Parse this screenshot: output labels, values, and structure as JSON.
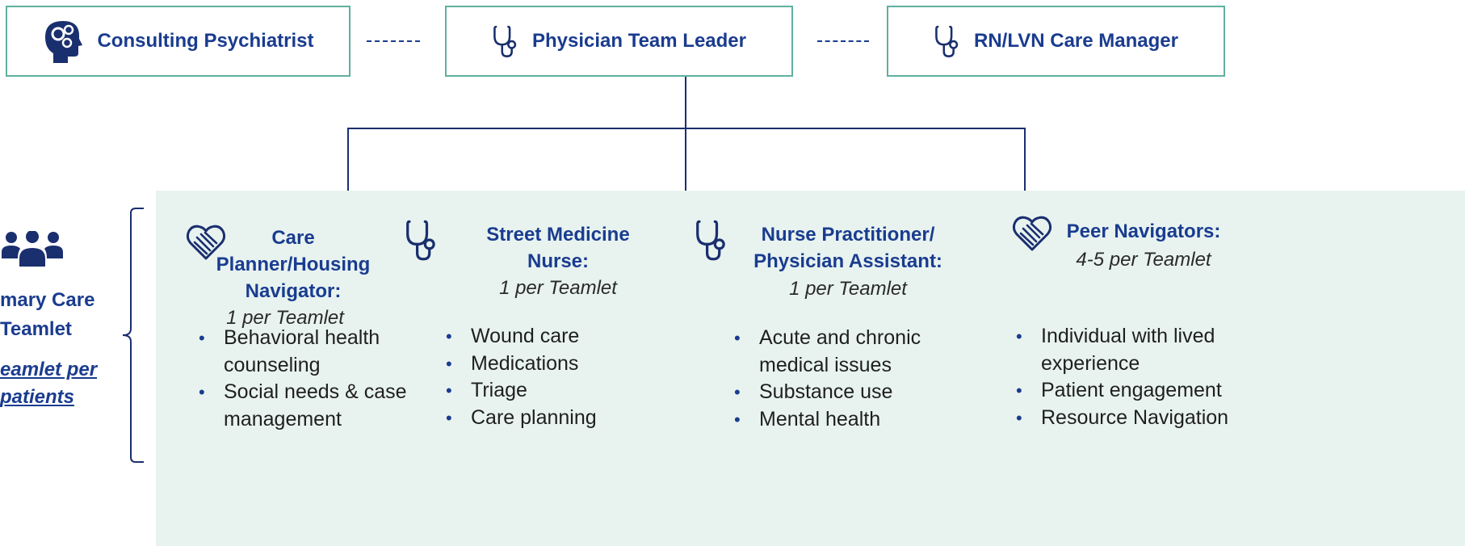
{
  "leadership": {
    "psychiatrist": "Consulting Psychiatrist",
    "physician": "Physician Team Leader",
    "rn": "RN/LVN Care Manager"
  },
  "teamlet": {
    "label_line1": "mary Care",
    "label_line2": "Teamlet",
    "ratio_line1": "eamlet per",
    "ratio_line2": "patients"
  },
  "roles": [
    {
      "title_lines": [
        "Care",
        "Planner/Housing",
        "Navigator:"
      ],
      "ratio": "1 per Teamlet",
      "duties": [
        "Behavioral health counseling",
        "Social needs & case management"
      ]
    },
    {
      "title_lines": [
        "Street Medicine",
        "Nurse:"
      ],
      "ratio": "1 per Teamlet",
      "duties": [
        "Wound care",
        "Medications",
        "Triage",
        "Care planning"
      ]
    },
    {
      "title_lines": [
        "Nurse Practitioner/",
        "Physician Assistant:"
      ],
      "ratio": "1 per Teamlet",
      "duties": [
        "Acute and chronic medical issues",
        "Substance use",
        "Mental health"
      ]
    },
    {
      "title_lines": [
        "Peer Navigators:"
      ],
      "ratio": "4-5 per Teamlet",
      "duties": [
        "Individual with lived experience",
        "Patient engagement",
        "Resource Navigation"
      ]
    }
  ],
  "icons": {
    "psychiatrist": "brain-gears-head-icon",
    "physician": "stethoscope-icon",
    "rn": "stethoscope-icon",
    "teamlet": "people-group-icon",
    "care_planner": "heart-hands-icon",
    "street_nurse": "stethoscope-icon",
    "np_pa": "stethoscope-icon",
    "peer": "heart-hands-icon"
  },
  "colors": {
    "title": "#1a3c8f",
    "box_border": "#5fb0a0",
    "panel": "#e8f3f0",
    "connector": "#1a2f6e"
  }
}
